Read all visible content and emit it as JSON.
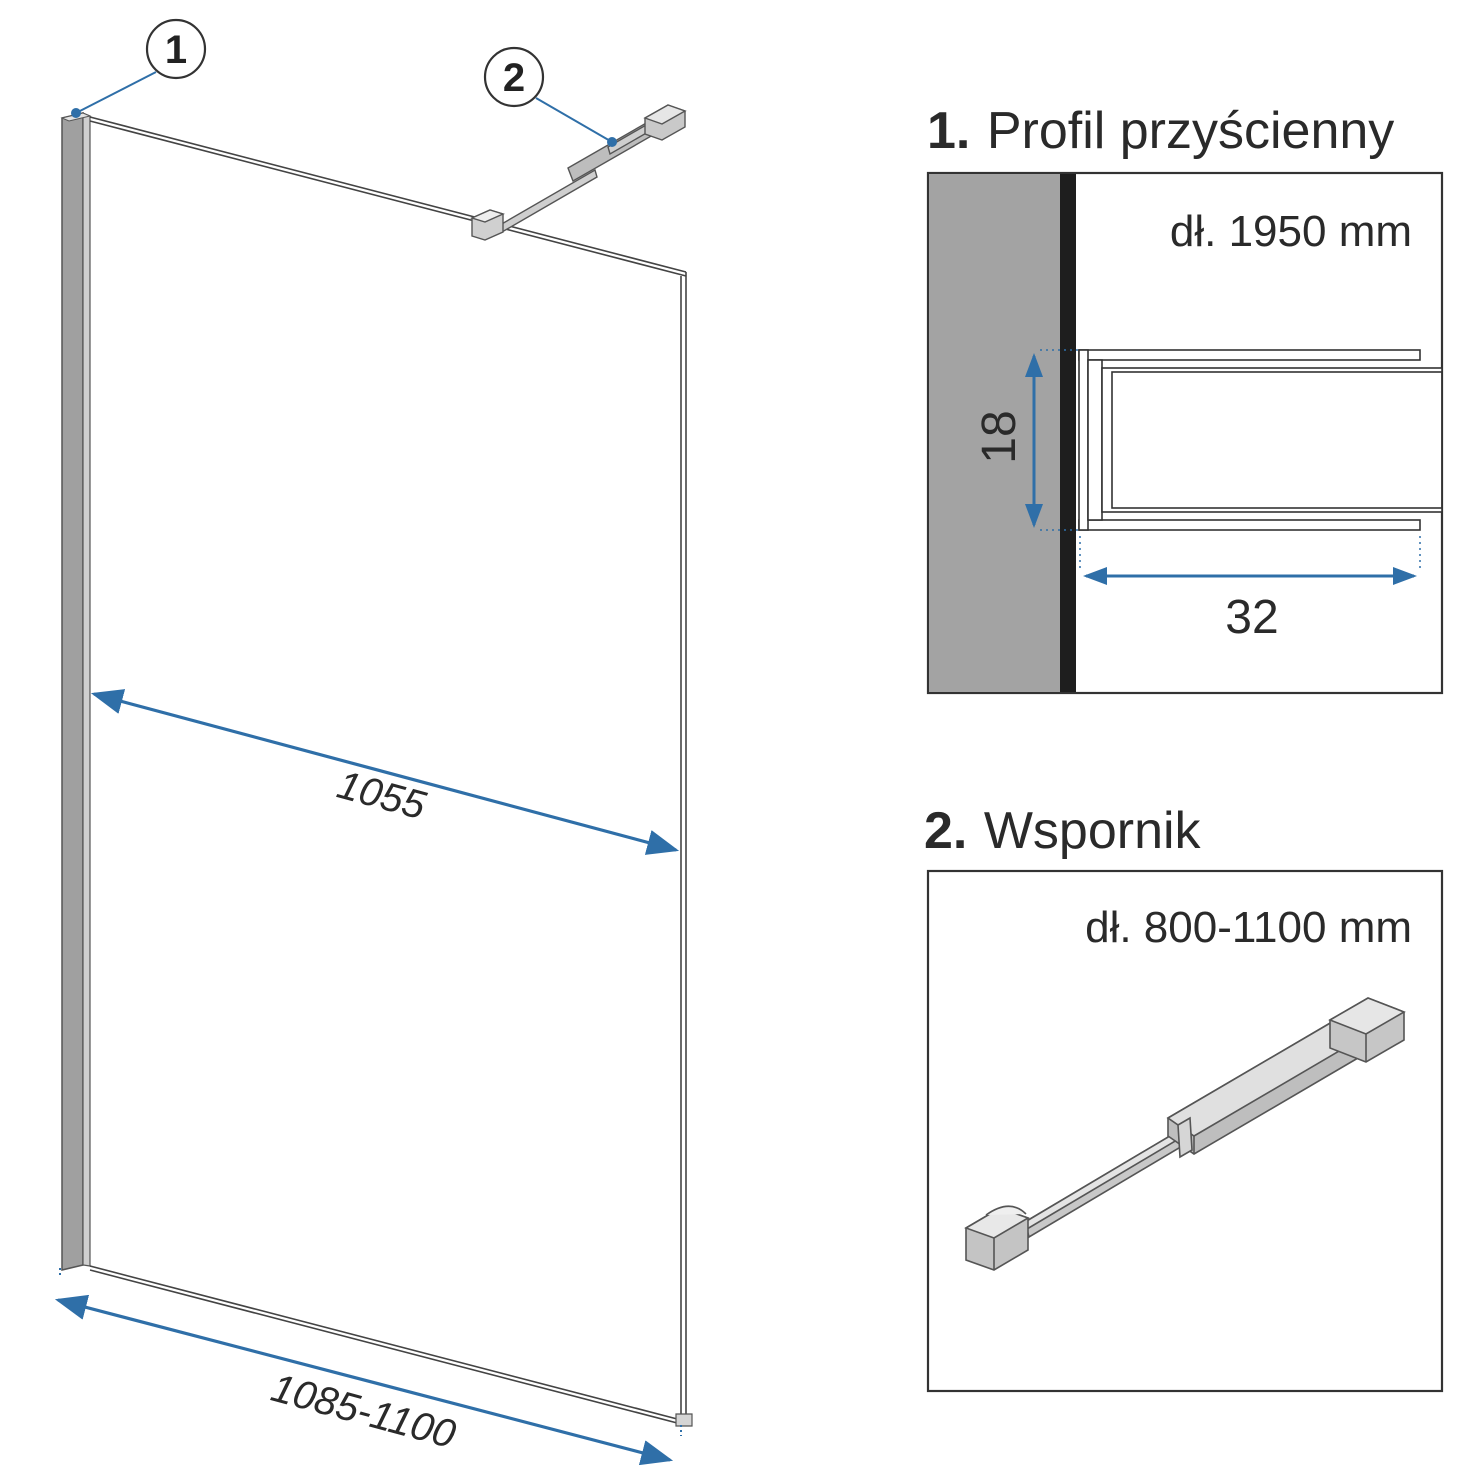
{
  "colors": {
    "dimension_line": "#2f6fa8",
    "outline": "#333333",
    "profile_fill": "#9a9a9a",
    "wall_fill": "#a3a3a3",
    "wall_edge": "#1e1e1e",
    "metal_light": "#d9d9d9",
    "metal_mid": "#b8b8b8"
  },
  "callouts": {
    "c1": "1",
    "c2": "2"
  },
  "main_drawing": {
    "glass_width": "1055",
    "total_width": "1085-1100"
  },
  "detail_1": {
    "number": "1.",
    "title": "Profil przyścienny",
    "length": "dł. 1950 mm",
    "height_dim": "18",
    "depth_dim": "32"
  },
  "detail_2": {
    "number": "2.",
    "title": "Wspornik",
    "length": "dł. 800-1100 mm"
  }
}
